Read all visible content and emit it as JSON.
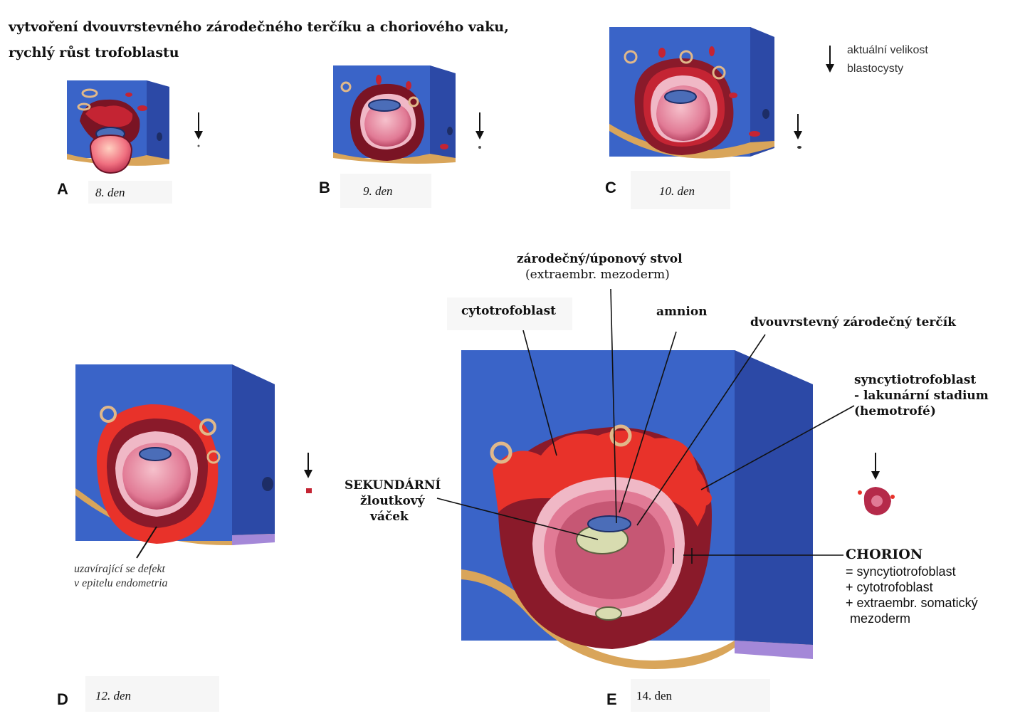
{
  "title": {
    "line1": "vytvoření dvouvrstevného zárodečného terčíku a choriového vaku,",
    "line2": "rychlý růst trofoblastu"
  },
  "size_note": {
    "line1": "aktuální velikost",
    "line2": "blastocysty"
  },
  "panels": [
    {
      "letter": "A",
      "day": "8. den"
    },
    {
      "letter": "B",
      "day": "9. den"
    },
    {
      "letter": "C",
      "day": "10. den"
    },
    {
      "letter": "D",
      "day": "12. den"
    },
    {
      "letter": "E",
      "day": "14. den"
    }
  ],
  "panel_d_caption": {
    "line1": "uzavírající se defekt",
    "line2": "v epitelu endometria"
  },
  "labels": {
    "stalk_line1": "zárodečný/úponový stvol",
    "stalk_line2": "(extraembr. mezoderm)",
    "cytotrophoblast": "cytotrofoblast",
    "amnion": "amnion",
    "germ_disc": "dvouvrstevný zárodečný terčík",
    "syncytio_line1": "syncytiotrofoblast",
    "syncytio_line2": "- lakunární stadium",
    "syncytio_line3": "(hemotrofé)",
    "yolk_line1": "SEKUNDÁRNÍ",
    "yolk_line2": "žloutkový",
    "yolk_line3": "váček",
    "chorion_title": "CHORION",
    "chorion_line1": "= syncytiotrofoblast",
    "chorion_line2": "+ cytotrofoblast",
    "chorion_line3": "+ extraembr. somatický",
    "chorion_line4": "mezoderm"
  },
  "colors": {
    "tissue_front": "#3a64c8",
    "tissue_top": "#4f78d8",
    "tissue_side": "#2c49a6",
    "syncytio": "#e8322a",
    "dark_trophoblast": "#7a1424",
    "cavity": "#f2b8c8",
    "yolk": "#d9b2ba",
    "epithelium": "#d9a55a"
  }
}
